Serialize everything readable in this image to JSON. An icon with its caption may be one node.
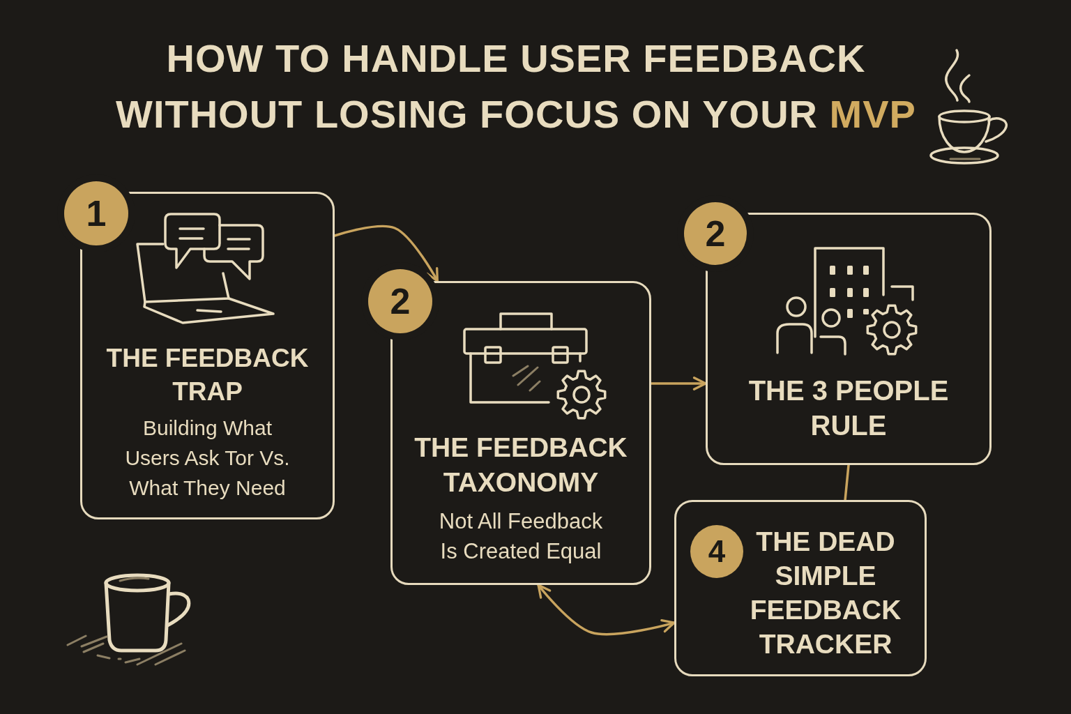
{
  "diagram": {
    "title": "HOW TO HANDLE USER FEEDBACK WITHOUT LOSING FOCUS ON YOUR **MVP**",
    "nodes": [
      {
        "text": [
          "1"
        ]
      },
      {
        "text": [
          "THE FEEDBACK TRAP",
          "Building What Users Ask Tor Vs. What They Need"
        ]
      },
      {
        "text": [
          "2"
        ]
      },
      {
        "text": [
          "THE FEEDBACK TAXONOMY",
          "Not All Feedback Is Created Equal"
        ]
      },
      {
        "text": [
          "2"
        ]
      },
      {
        "text": [
          "THE 3 PEOPLE RULE"
        ]
      },
      {
        "text": [
          "THE DEAD SIMPLE FEEDBACK TRACKER"
        ]
      },
      {
        "text": [
          "4"
        ],
        "in": 6
      }
    ],
    "edges": [
      {
        "from": 1,
        "to": 3,
        "arrow": "to"
      },
      {
        "from": 3,
        "to": 5,
        "arrow": "to"
      },
      {
        "from": 5,
        "to": 6,
        "arrow": "none"
      },
      {
        "from": 3,
        "to": 6,
        "arrow": "both"
      }
    ]
  }
}
